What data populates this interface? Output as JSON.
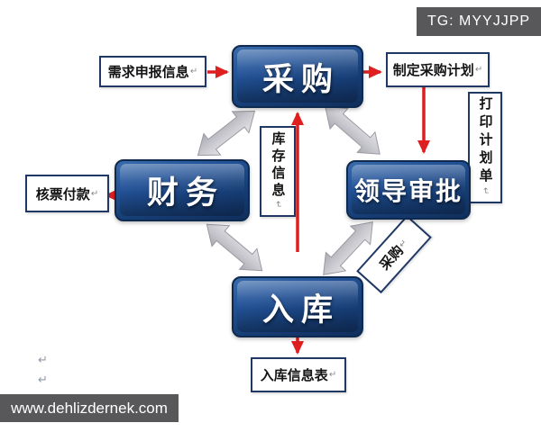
{
  "watermarks": {
    "top_right": "TG: MYYJJPP",
    "bottom_left": "www.dehlizdernek.com"
  },
  "marks": {
    "return": "↵"
  },
  "diagram": {
    "nodes": {
      "procurement": "采购",
      "finance": "财务",
      "leader_approval": "领导审批",
      "warehouse_in": "入库"
    },
    "labels": {
      "demand_declaration": "需求申报信息",
      "make_purchase_plan": "制定采购计划",
      "print_plan_sheet": "打印计划单",
      "verify_ticket_pay": "核票付款",
      "stock_info": "库存信息",
      "warehouse_in_form": "入库信息表",
      "procurement_tag": "采购"
    },
    "colors": {
      "node_blue": "#1c4a86",
      "node_border": "#0e2a4e",
      "label_border": "#1f3864",
      "arrow_red": "#df1f1f",
      "arrow_gray_light": "#dedee2",
      "arrow_gray_dark": "#b2b2ba",
      "bar_gray": "#58585b"
    }
  }
}
